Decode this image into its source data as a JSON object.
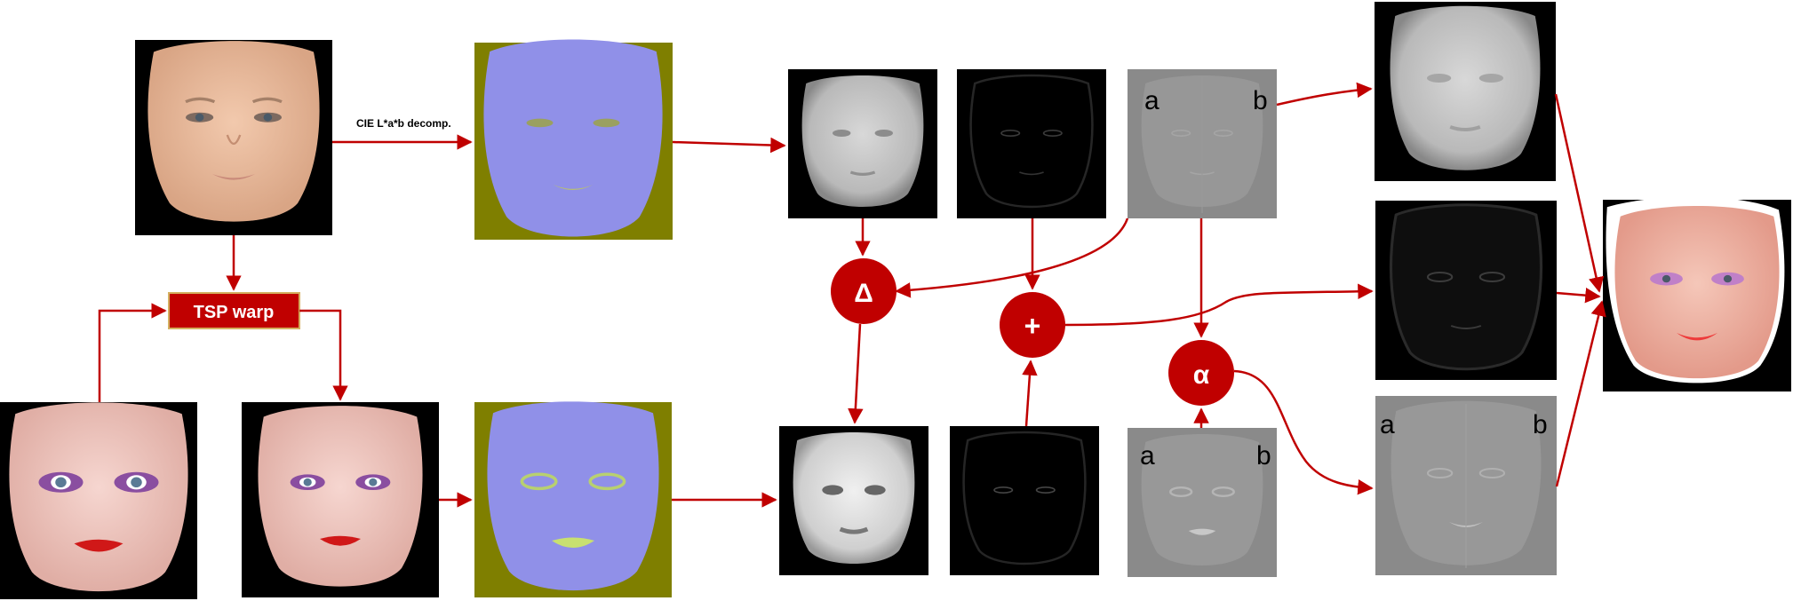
{
  "labels": {
    "decomp": "CIE L*a*b decomp.",
    "tsp_warp": "TSP warp",
    "a": "a",
    "b": "b"
  },
  "operators": {
    "delta": "Δ",
    "plus": "+",
    "alpha": "α"
  },
  "colors": {
    "arrow": "#c00000",
    "node": "#c00000",
    "tsp_box": "#c00000",
    "tsp_border": "#d4b060",
    "lab_background": "#7f7f00",
    "lab_face": "#9090e8",
    "gray_panel": "#8a8a8a",
    "black_panel": "#000000"
  }
}
